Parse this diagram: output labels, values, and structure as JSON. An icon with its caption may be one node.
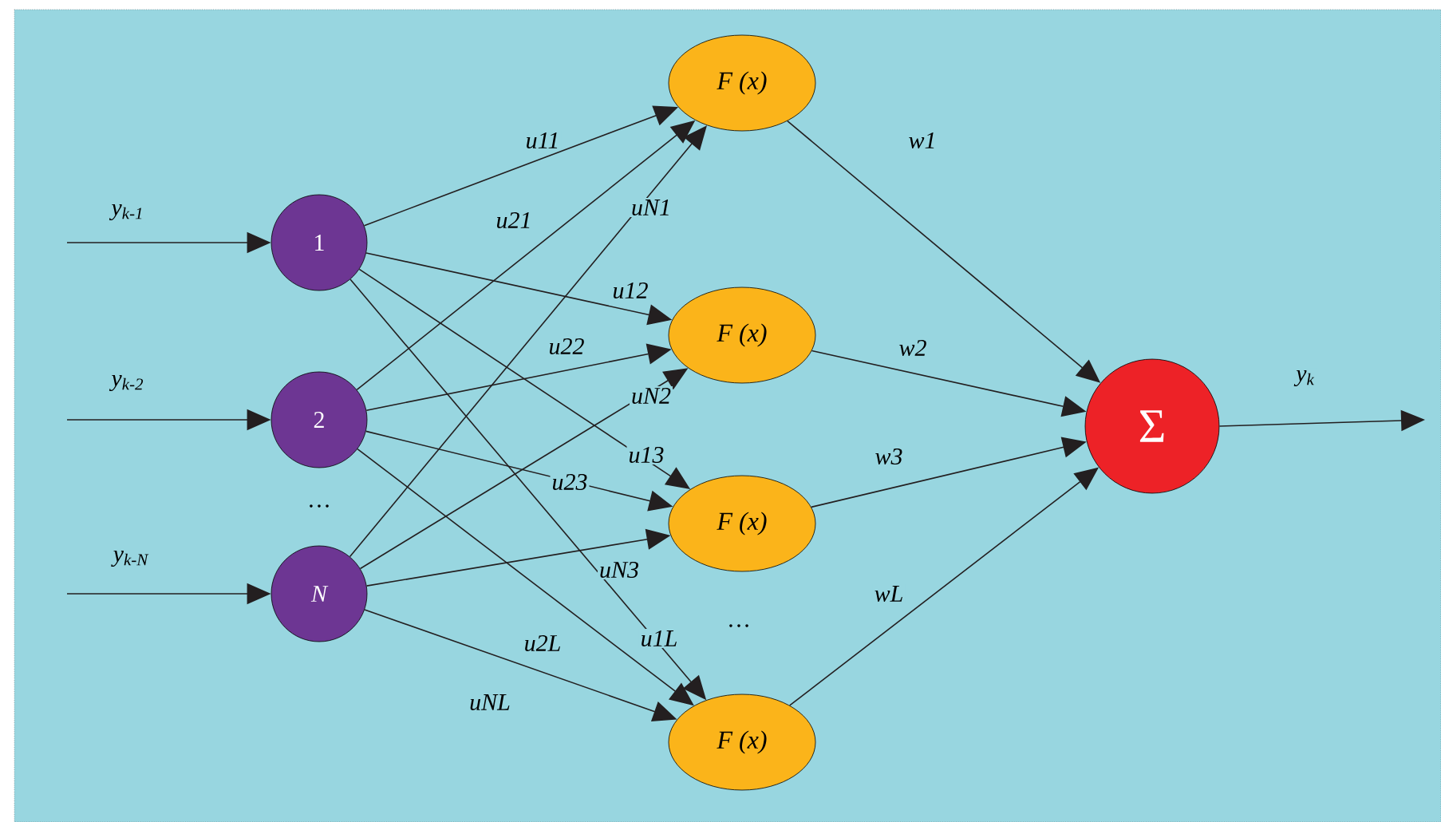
{
  "diagram": {
    "nodes": [
      {
        "text": [
          "1"
        ]
      },
      {
        "text": [
          "2"
        ]
      },
      {
        "text": [
          "N"
        ]
      },
      {
        "text": [
          "F (x)"
        ]
      },
      {
        "text": [
          "F (x)"
        ]
      },
      {
        "text": [
          "F (x)"
        ]
      },
      {
        "text": [
          "F (x)"
        ]
      },
      {
        "text": [
          "Σ"
        ]
      }
    ],
    "edges": [
      {
        "from": null,
        "to": 0,
        "arrow": "to",
        "label": "y$_{k-1}$"
      },
      {
        "from": null,
        "to": 1,
        "arrow": "to",
        "label": "y$_{k-2}$"
      },
      {
        "from": null,
        "to": 2,
        "arrow": "to",
        "label": "y$_{k-N}$"
      },
      {
        "from": 0,
        "to": 3,
        "arrow": "to",
        "label": "u11"
      },
      {
        "from": 0,
        "to": 4,
        "arrow": "to",
        "label": "u12"
      },
      {
        "from": 0,
        "to": 5,
        "arrow": "to",
        "label": "u13"
      },
      {
        "from": 0,
        "to": 6,
        "arrow": "to",
        "label": "u1L"
      },
      {
        "from": 1,
        "to": 3,
        "arrow": "to",
        "label": "u21"
      },
      {
        "from": 1,
        "to": 4,
        "arrow": "to",
        "label": "u22"
      },
      {
        "from": 1,
        "to": 5,
        "arrow": "to",
        "label": "u23"
      },
      {
        "from": 1,
        "to": 6,
        "arrow": "to",
        "label": "u2L"
      },
      {
        "from": 2,
        "to": 3,
        "arrow": "to",
        "label": "uN1"
      },
      {
        "from": 2,
        "to": 4,
        "arrow": "to",
        "label": "uN2"
      },
      {
        "from": 2,
        "to": 5,
        "arrow": "to",
        "label": "uN3"
      },
      {
        "from": 2,
        "to": 6,
        "arrow": "to",
        "label": "uNL"
      },
      {
        "from": 3,
        "to": 7,
        "arrow": "to",
        "label": "w1"
      },
      {
        "from": 4,
        "to": 7,
        "arrow": "to",
        "label": "w2"
      },
      {
        "from": 5,
        "to": 7,
        "arrow": "to",
        "label": "w3"
      },
      {
        "from": 6,
        "to": 7,
        "arrow": "to",
        "label": "wL"
      },
      {
        "from": 7,
        "to": null,
        "arrow": "to",
        "label": "y$_{k}$"
      }
    ],
    "labels": [
      "…",
      "…"
    ]
  }
}
